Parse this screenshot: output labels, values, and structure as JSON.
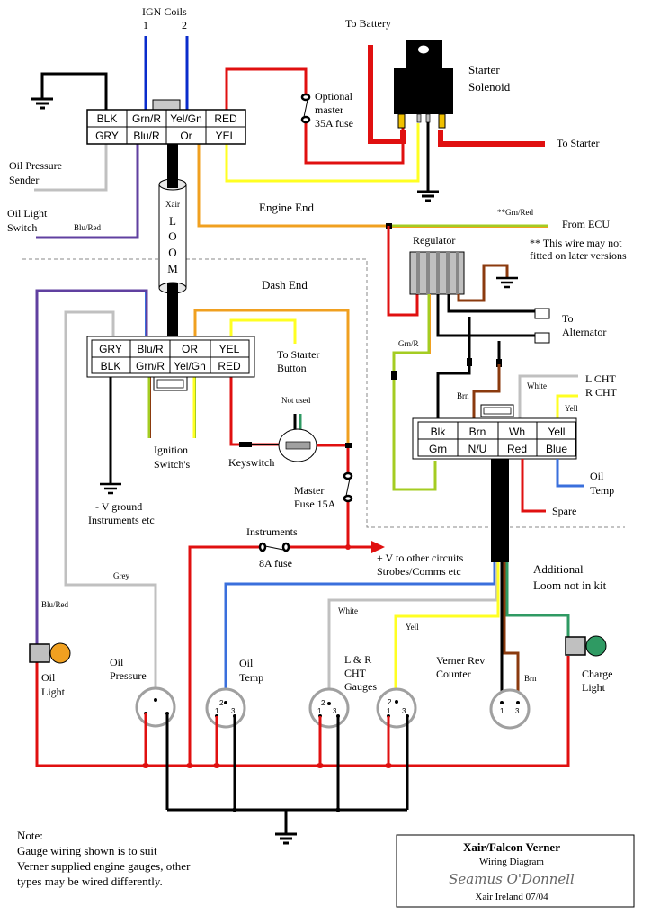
{
  "diagram": {
    "title": "Xair/Falcon Verner",
    "subtitle": "Wiring Diagram",
    "signature": "Seamus O'Donnell",
    "footer": "Xair Ireland 07/04"
  },
  "colors": {
    "black": "#000000",
    "red": "#e01010",
    "blue": "#0a2ccc",
    "lightblue": "#3a6fdc",
    "yellow": "#ffff22",
    "orange": "#f0a020",
    "grey": "#c0c0c0",
    "green": "#2f9a63",
    "lime": "#a4cc22",
    "brown": "#8b3a0e",
    "purple": "#6040a0"
  },
  "labels": {
    "ign_coils": "IGN Coils",
    "coil_1": "1",
    "coil_2": "2",
    "to_battery": "To Battery",
    "starter_solenoid_1": "Starter",
    "starter_solenoid_2": "Solenoid",
    "to_starter": "To Starter",
    "optional_1": "Optional",
    "optional_2": "master",
    "optional_3": "35A fuse",
    "oil_pressure_sender_1": "Oil Pressure",
    "oil_pressure_sender_2": "Sender",
    "oil_light_switch_1": "Oil Light",
    "oil_light_switch_2": "Switch",
    "blu_red": "Blu/Red",
    "engine_end": "Engine End",
    "grn_red_note": "**Grn/Red",
    "from_ecu": "From ECU",
    "note_wire_1": "** This wire may not",
    "note_wire_2": "fitted on later versions",
    "regulator": "Regulator",
    "to_alternator_1": "To",
    "to_alternator_2": "Alternator",
    "dash_end": "Dash End",
    "to_starter_button_1": "To Starter",
    "to_starter_button_2": "Button",
    "not_used": "Not used",
    "keyswitch": "Keyswitch",
    "ignition_1": "Ignition",
    "ignition_2": "Switch's",
    "ground_1": "- V ground",
    "ground_2": "Instruments etc",
    "master_fuse_1": "Master",
    "master_fuse_2": "Fuse 15A",
    "grn_r": "Grn/R",
    "brn": "Brn",
    "white": "White",
    "yell": "Yell",
    "l_cht": "L CHT",
    "r_cht": "R CHT",
    "oil_temp_1": "Oil",
    "oil_temp_2": "Temp",
    "spare": "Spare",
    "instruments": "Instruments",
    "fuse_8a": "8A fuse",
    "plus_v_1": "+ V to other circuits",
    "plus_v_2": "Strobes/Comms etc",
    "additional_1": "Additional",
    "additional_2": "Loom not in kit",
    "grey": "Grey",
    "loom_xair": "Xair",
    "loom_l": "L",
    "loom_o1": "O",
    "loom_o2": "O",
    "loom_m": "M"
  },
  "gauges": [
    {
      "label1": "Oil",
      "label2": "Pressure",
      "label3": ""
    },
    {
      "label1": "Oil",
      "label2": "Temp",
      "label3": ""
    },
    {
      "label1": "L & R",
      "label2": "CHT",
      "label3": "Gauges"
    },
    {
      "label1": "",
      "label2": "",
      "label3": ""
    },
    {
      "label1": "Verner Rev",
      "label2": "Counter",
      "label3": ""
    }
  ],
  "pins": {
    "p1": "1",
    "p2": "2",
    "p3": "3"
  },
  "lights": {
    "oil_light_1": "Oil",
    "oil_light_2": "Light",
    "charge_light_1": "Charge",
    "charge_light_2": "Light"
  },
  "connectors": {
    "engine_top": {
      "row1": [
        "BLK",
        "Grn/R",
        "Yel/Gn",
        "RED"
      ],
      "row2": [
        "GRY",
        "Blu/R",
        "Or",
        "YEL"
      ]
    },
    "dash": {
      "row1": [
        "GRY",
        "Blu/R",
        "OR",
        "YEL"
      ],
      "row2": [
        "BLK",
        "Grn/R",
        "Yel/Gn",
        "RED"
      ]
    },
    "alt": {
      "row1": [
        "Blk",
        "Brn",
        "Wh",
        "Yell"
      ],
      "row2": [
        "Grn",
        "N/U",
        "Red",
        "Blue"
      ]
    }
  },
  "note": {
    "heading": "Note:",
    "line1": "Gauge wiring shown is to suit",
    "line2": "Verner supplied engine gauges, other",
    "line3": "types may be wired differently."
  }
}
